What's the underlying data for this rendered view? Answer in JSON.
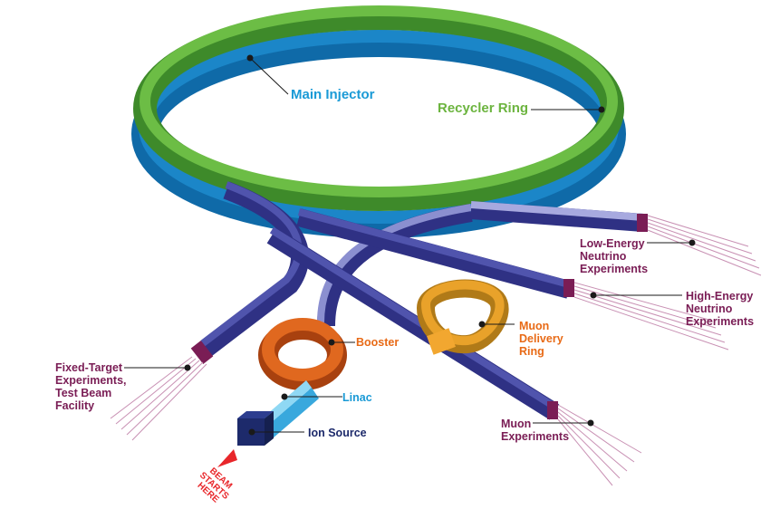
{
  "labels": {
    "main_injector": "Main Injector",
    "recycler_ring": "Recycler Ring",
    "low_energy": [
      "Low-Energy",
      "Neutrino",
      "Experiments"
    ],
    "high_energy": [
      "High-Energy",
      "Neutrino",
      "Experiments"
    ],
    "fixed_target": [
      "Fixed-Target",
      "Experiments,",
      "Test Beam",
      "Facility"
    ],
    "muon_delivery": [
      "Muon",
      "Delivery",
      "Ring"
    ],
    "booster": "Booster",
    "linac": "Linac",
    "ion_source": "Ion Source",
    "muon_experiments": [
      "Muon",
      "Experiments"
    ],
    "beam_start": [
      "BEAM",
      "STARTS",
      "HERE"
    ]
  },
  "colors": {
    "main_injector": "#1b7fc0",
    "recycler_ring": "#5aa83a",
    "beamline": "#3d3f98",
    "booster": "#d45a1c",
    "linac": "#7fd0f0",
    "ion_source": "#1d2a6b",
    "muon_ring": "#e9a22a",
    "experiment_label": "#7a1d55",
    "start_marker": "#e8262a"
  }
}
